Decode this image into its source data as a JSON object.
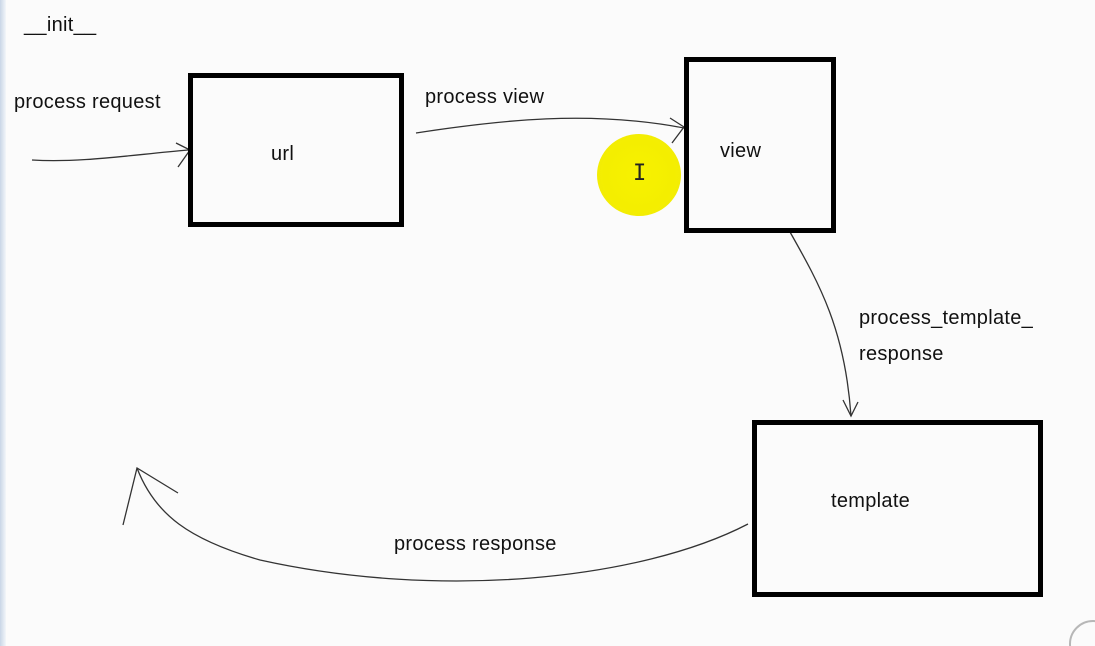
{
  "diagram": {
    "init_label": "__init__",
    "nodes": {
      "url": "url",
      "view": "view",
      "template": "template"
    },
    "edges": {
      "process_request": "process request",
      "process_view": "process view",
      "process_template_response_line1": "process_template_",
      "process_template_response_line2": "response",
      "process_response": "process response"
    }
  },
  "colors": {
    "background": "#fbfbfb",
    "box_border": "#000000",
    "pointer_highlight": "#f4ee00"
  },
  "icons": {
    "cursor": "text-cursor-icon"
  }
}
